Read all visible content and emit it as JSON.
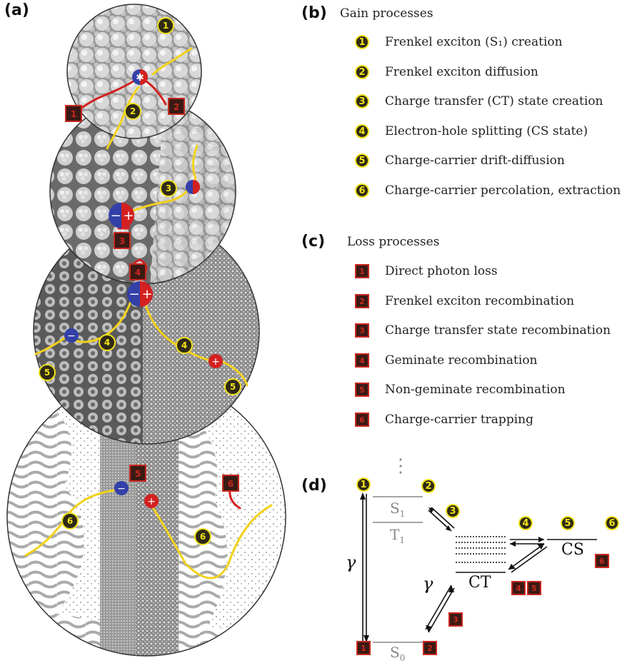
{
  "panels": {
    "a": "(a)",
    "b": "(b)",
    "c": "(c)",
    "d": "(d)"
  },
  "gain": {
    "heading": "Gain processes",
    "items": [
      {
        "num": "1",
        "text": "Frenkel exciton (S₁) creation"
      },
      {
        "num": "2",
        "text": "Frenkel exciton diffusion"
      },
      {
        "num": "3",
        "text": "Charge transfer (CT) state creation"
      },
      {
        "num": "4",
        "text": "Electron-hole splitting (CS state)"
      },
      {
        "num": "5",
        "text": "Charge-carrier drift-diffusion"
      },
      {
        "num": "6",
        "text": "Charge-carrier percolation, extraction"
      }
    ]
  },
  "loss": {
    "heading": "Loss processes",
    "items": [
      {
        "num": "1",
        "text": "Direct photon loss"
      },
      {
        "num": "2",
        "text": "Frenkel exciton recombination"
      },
      {
        "num": "3",
        "text": "Charge transfer state recombination"
      },
      {
        "num": "4",
        "text": "Geminate recombination"
      },
      {
        "num": "5",
        "text": "Non-geminate recombination"
      },
      {
        "num": "6",
        "text": "Charge-carrier trapping"
      }
    ]
  },
  "energy_diagram": {
    "s1": "S",
    "s1_sub": "1",
    "t1": "T",
    "t1_sub": "1",
    "s0": "S",
    "s0_sub": "0",
    "ct": "CT",
    "cs": "CS",
    "gamma": "γ",
    "dots": "⋮"
  },
  "colors": {
    "gain_fill": "#2e2a14",
    "gain_ring": "#f2e21c",
    "loss_fill": "#3a1a14",
    "loss_ring": "#c8281e",
    "electron": "#3340a8",
    "hole": "#d42020",
    "path": "#f2d21a"
  }
}
